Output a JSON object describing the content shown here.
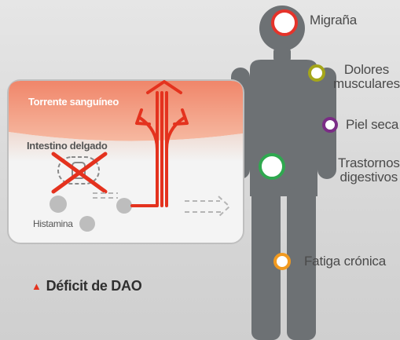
{
  "symptoms": [
    {
      "id": "migrana",
      "label": "Migraña",
      "color": "#e5332a"
    },
    {
      "id": "dolores",
      "label": "Dolores\nmusculares",
      "color": "#a5a619"
    },
    {
      "id": "piel",
      "label": "Piel seca",
      "color": "#7b2c86"
    },
    {
      "id": "trastornos",
      "label": "Trastornos\ndigestivos",
      "color": "#2fa84f"
    },
    {
      "id": "fatiga",
      "label": "Fatiga crónica",
      "color": "#f29a1f"
    }
  ],
  "box": {
    "title": "Torrente sanguíneo",
    "subtitle": "Intestino delgado",
    "histamine_label": "Histamina"
  },
  "legend": {
    "marker": "▲",
    "text": "Déficit de DAO"
  },
  "colors": {
    "body": "#6d7174",
    "flow": "#e4321e",
    "box_top": "#ec6a4e"
  }
}
